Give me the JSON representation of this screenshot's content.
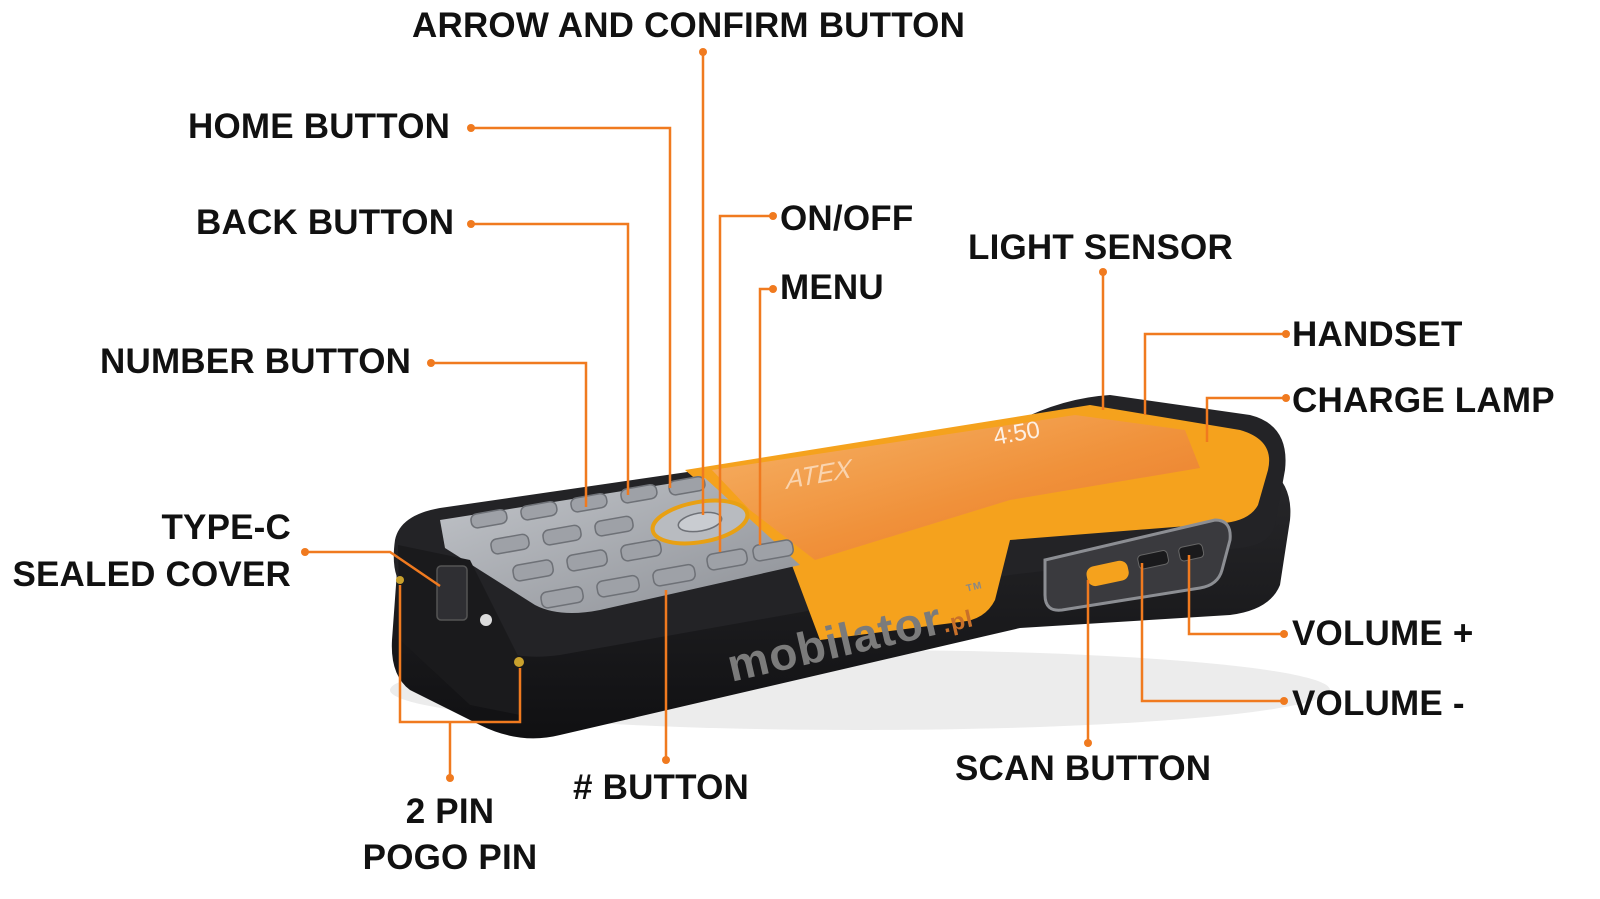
{
  "colors": {
    "leader": "#f07a1f",
    "label_text": "#111111",
    "body_dark": "#1d1d1f",
    "body_accent": "#f5a21d",
    "screen": "#f19a3e",
    "keypad": "#a6a9ae"
  },
  "labels": {
    "arrow_confirm": "ARROW AND CONFIRM BUTTON",
    "home": "HOME BUTTON",
    "back": "BACK BUTTON",
    "number": "NUMBER BUTTON",
    "on_off": "ON/OFF",
    "menu": "MENU",
    "light_sensor": "LIGHT SENSOR",
    "handset": "HANDSET",
    "charge_lamp": "CHARGE LAMP",
    "typec_line1": "TYPE-C",
    "typec_line2": "SEALED COVER",
    "volume_plus": "VOLUME +",
    "volume_minus": "VOLUME -",
    "scan": "SCAN BUTTON",
    "hash": "# BUTTON",
    "pogo_line1": "2 PIN",
    "pogo_line2": "POGO PIN"
  },
  "device": {
    "watermark_main": "mobilator",
    "watermark_tld": ".pl",
    "watermark_tm": "TM",
    "screen_brand": "ATEX",
    "screen_clock": "4:50"
  },
  "icons": [
    "phone-device-illustration",
    "leader-dot"
  ]
}
